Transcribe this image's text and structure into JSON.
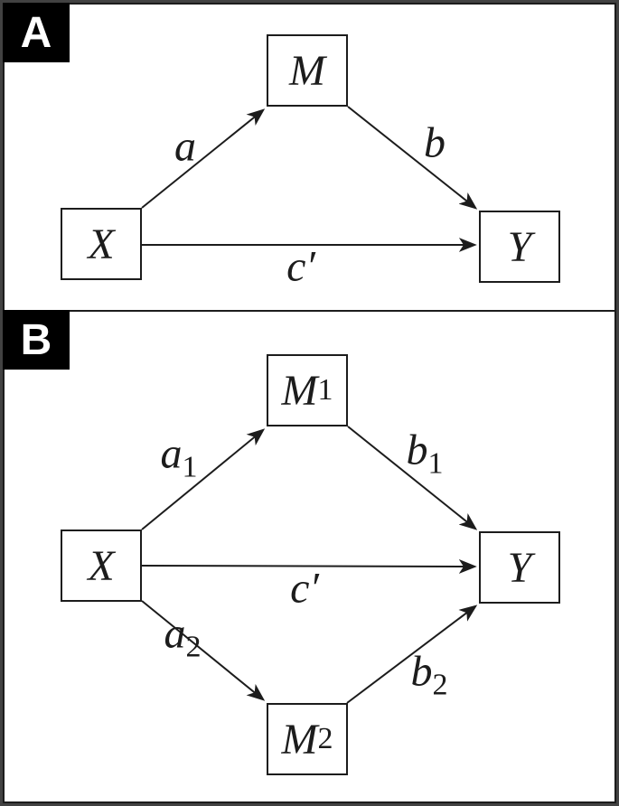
{
  "colors": {
    "background": "#ffffff",
    "line": "#1c1c1c",
    "frame": "#424242",
    "badge_bg": "#000000",
    "badge_text": "#ffffff"
  },
  "panel_a": {
    "badge": "A",
    "nodes": {
      "m": {
        "label": "M",
        "sub": ""
      },
      "x": {
        "label": "X",
        "sub": ""
      },
      "y": {
        "label": "Y",
        "sub": ""
      }
    },
    "edges": {
      "a": {
        "label": "a",
        "sub": ""
      },
      "b": {
        "label": "b",
        "sub": ""
      },
      "c": {
        "label": "c′",
        "sub": ""
      }
    }
  },
  "panel_b": {
    "badge": "B",
    "nodes": {
      "m1": {
        "label": "M",
        "sub": "1"
      },
      "x": {
        "label": "X",
        "sub": ""
      },
      "y": {
        "label": "Y",
        "sub": ""
      },
      "m2": {
        "label": "M",
        "sub": "2"
      }
    },
    "edges": {
      "a1": {
        "label": "a",
        "sub": "1"
      },
      "b1": {
        "label": "b",
        "sub": "1"
      },
      "c": {
        "label": "c′",
        "sub": ""
      },
      "a2": {
        "label": "a",
        "sub": "2"
      },
      "b2": {
        "label": "b",
        "sub": "2"
      }
    }
  }
}
